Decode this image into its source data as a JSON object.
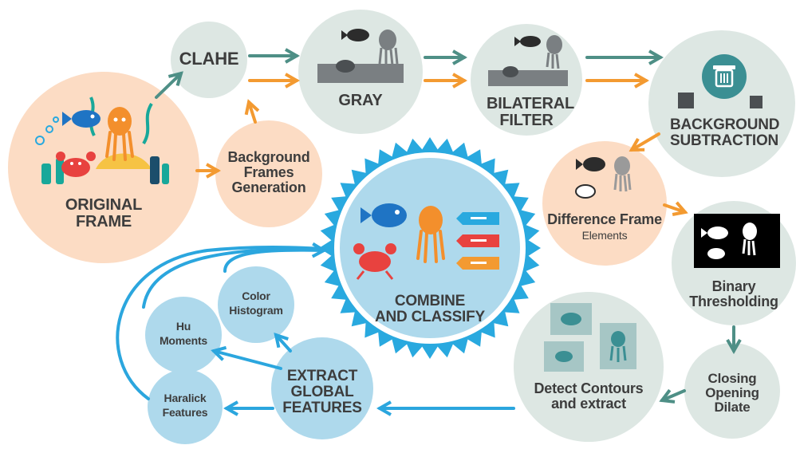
{
  "nodes": {
    "original_frame": [
      "ORIGINAL",
      "FRAME"
    ],
    "clahe": [
      "CLAHE"
    ],
    "background_frames_generation": [
      "Background",
      "Frames",
      "Generation"
    ],
    "gray": [
      "GRAY"
    ],
    "bilateral_filter": [
      "BILATERAL",
      "FILTER"
    ],
    "background_subtraction": [
      "BACKGROUND",
      "SUBTRACTION"
    ],
    "difference_frame": [
      "Difference Frame",
      "Elements"
    ],
    "binary_thresholding": [
      "Binary",
      "Thresholding"
    ],
    "closing_opening_dilate": [
      "Closing",
      "Opening",
      "Dilate"
    ],
    "detect_contours": [
      "Detect Contours",
      "and extract"
    ],
    "extract_global_features": [
      "EXTRACT",
      "GLOBAL",
      "FEATURES"
    ],
    "color_histogram": [
      "Color",
      "Histogram"
    ],
    "hu_moments": [
      "Hu",
      "Moments"
    ],
    "haralick_features": [
      "Haralick",
      "Features"
    ],
    "combine_classify": [
      "COMBINE",
      "AND CLASSIFY"
    ]
  },
  "colors": {
    "peach": "#fcdcc4",
    "pale_teal": "#dde7e3",
    "light_blue": "#aed9ec",
    "burst_blue": "#29a9df",
    "teal_arrow": "#4e8f86",
    "orange_arrow": "#f39a31",
    "blue_arrow": "#2ba6de",
    "text": "#3d3d3d"
  },
  "icons": [
    "fish-icon",
    "octopus-icon",
    "crab-icon",
    "seaweed-icon",
    "bubbles-icon",
    "trash-icon",
    "tag-icon"
  ]
}
